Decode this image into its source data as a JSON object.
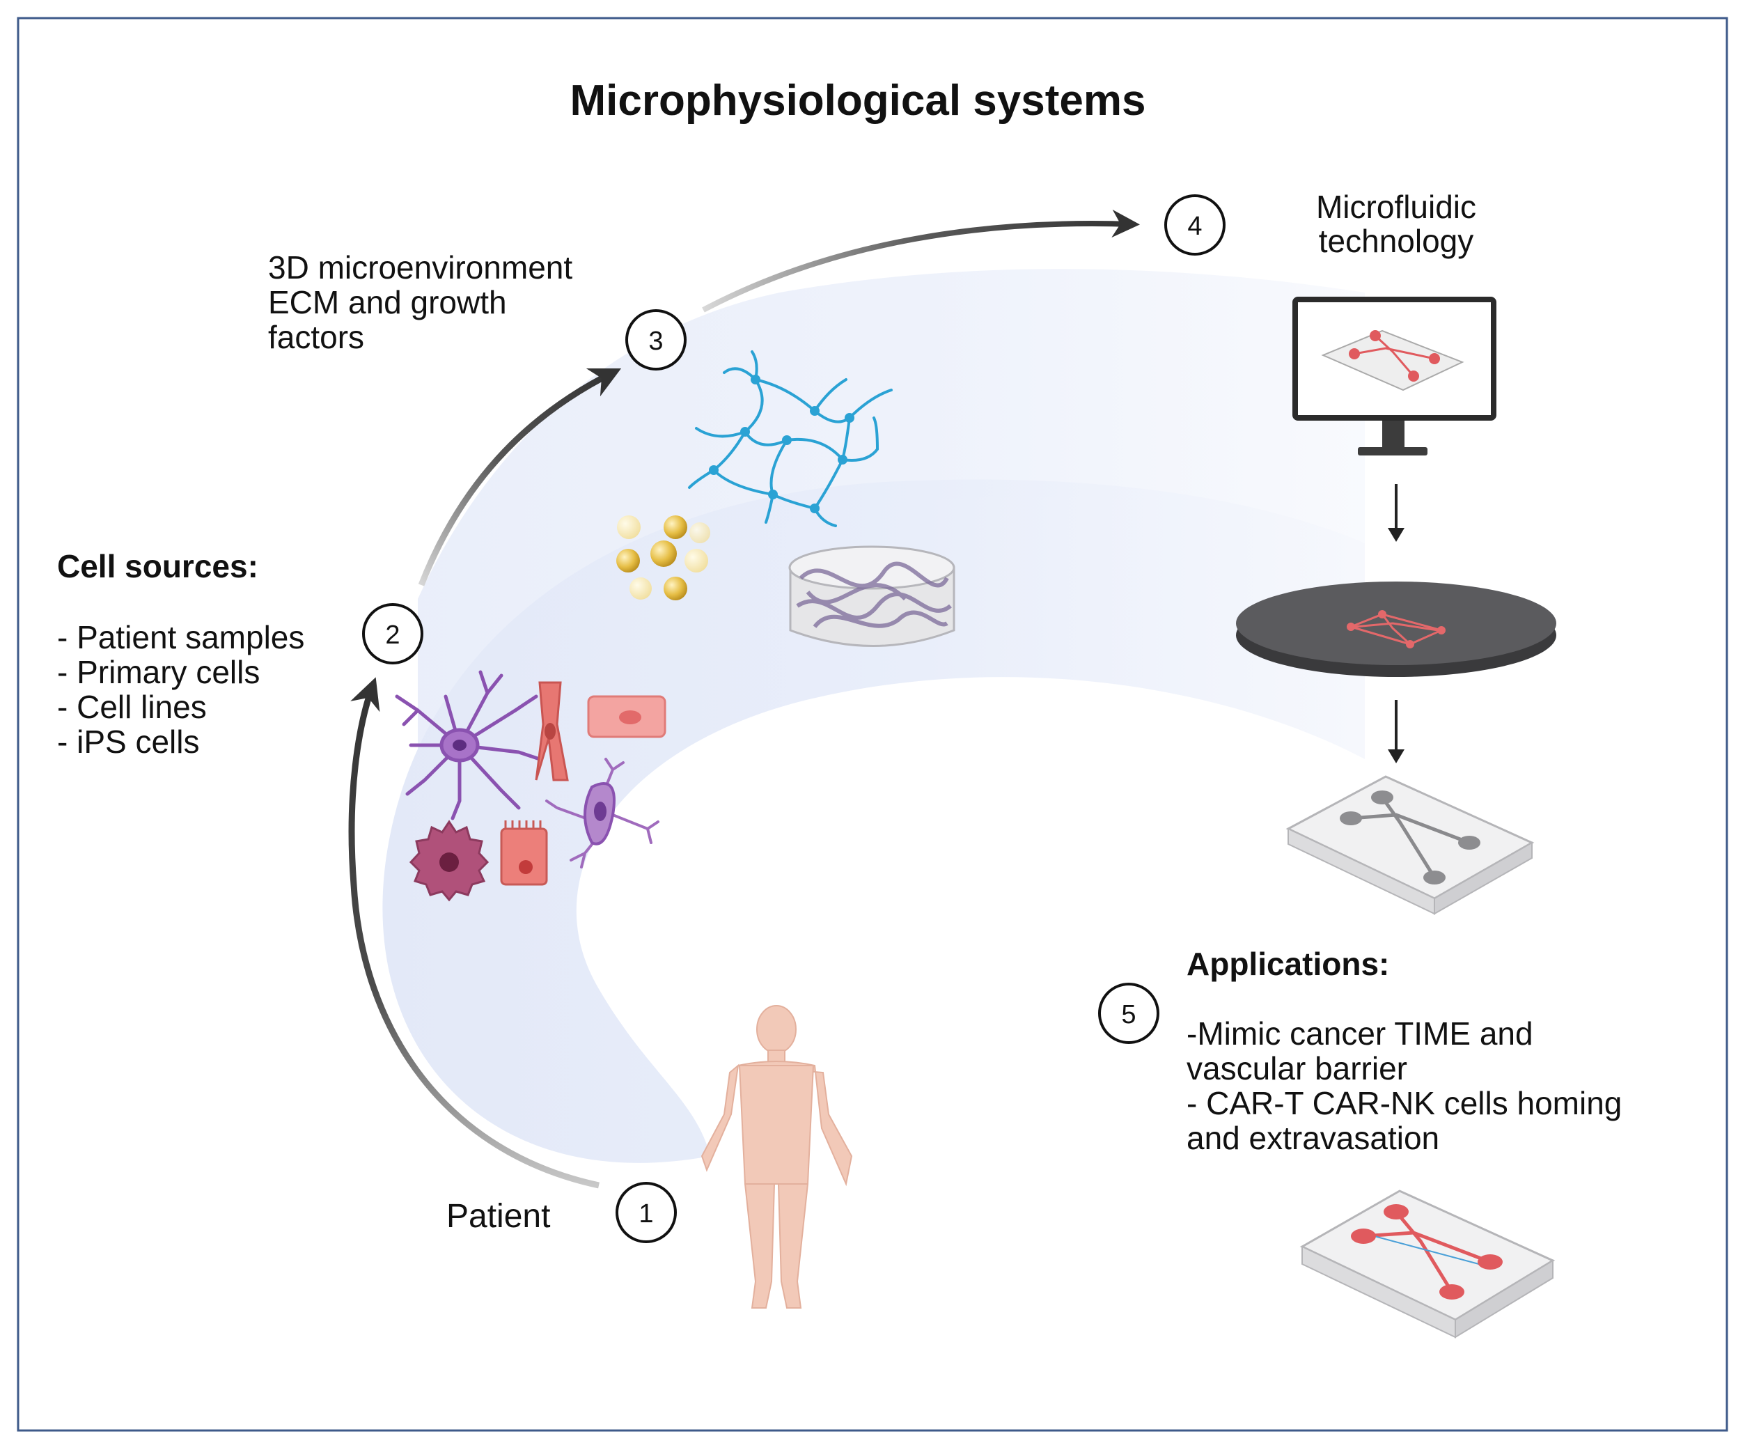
{
  "title": "Microphysiological systems",
  "steps": [
    {
      "number": "1",
      "label": "Patient"
    },
    {
      "number": "2",
      "heading": "Cell sources:",
      "items": [
        "- Patient samples",
        "- Primary cells",
        "- Cell lines",
        "- iPS cells"
      ]
    },
    {
      "number": "3",
      "lines": [
        "3D microenvironment",
        "ECM and growth",
        "factors"
      ]
    },
    {
      "number": "4",
      "lines": [
        "Microfluidic",
        "technology"
      ]
    },
    {
      "number": "5",
      "heading": "Applications:",
      "lines": [
        "-Mimic cancer TIME and",
        "vascular barrier",
        "- CAR-T CAR-NK cells homing",
        "and extravasation"
      ]
    }
  ],
  "colors": {
    "frame": "#3e5a8a",
    "band": "#e7ecf9",
    "arrow": "#3a3a3a",
    "network": "#2aa2d4",
    "neuron": "#8a52b0",
    "red_cell": "#e87a78",
    "bead": "#e2b93b",
    "chip_red": "#e05a5e",
    "chip_grey": "#8d8d8d",
    "human": "#f2c9b8"
  },
  "icons": [
    "human-figure-icon",
    "neuron-cell-icon",
    "muscle-cell-icon",
    "endothelial-cell-icon",
    "stellate-cell-icon",
    "dendritic-cell-icon",
    "epithelial-cell-icon",
    "ecm-network-icon",
    "growth-factor-beads-icon",
    "hydrogel-scaffold-icon",
    "monitor-icon",
    "wafer-icon",
    "microfluidic-chip-icon"
  ]
}
